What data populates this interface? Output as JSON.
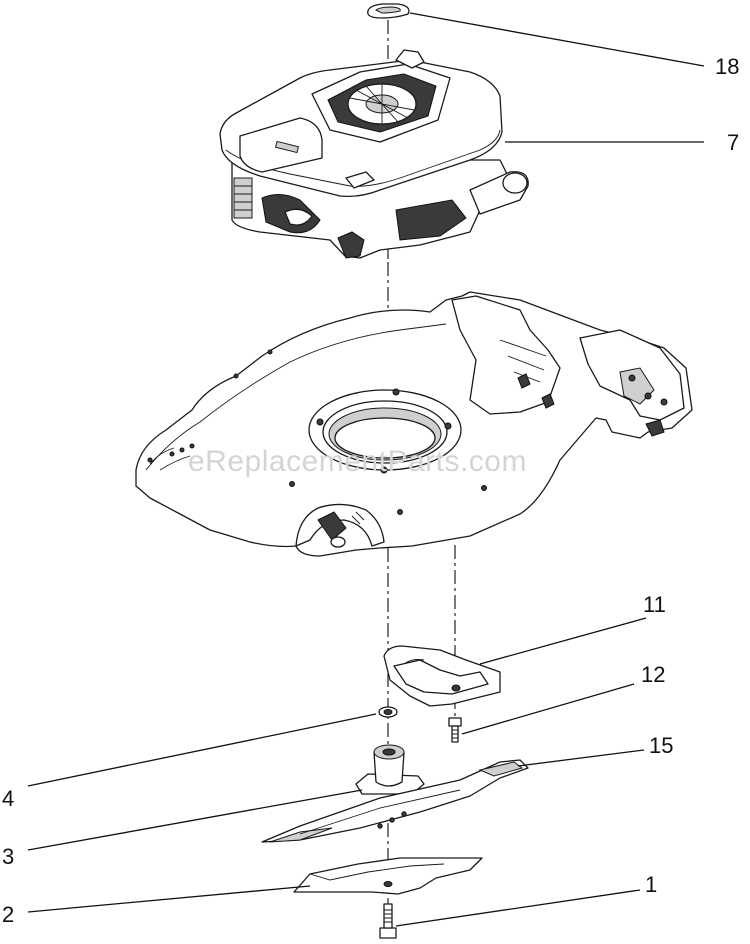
{
  "watermark": "eReplacementParts.com",
  "callouts": [
    {
      "id": "callout-18",
      "label": "18"
    },
    {
      "id": "callout-7",
      "label": "7"
    },
    {
      "id": "callout-11",
      "label": "11"
    },
    {
      "id": "callout-12",
      "label": "12"
    },
    {
      "id": "callout-15",
      "label": "15"
    },
    {
      "id": "callout-4",
      "label": "4"
    },
    {
      "id": "callout-3",
      "label": "3"
    },
    {
      "id": "callout-2",
      "label": "2"
    },
    {
      "id": "callout-1",
      "label": "1"
    }
  ]
}
